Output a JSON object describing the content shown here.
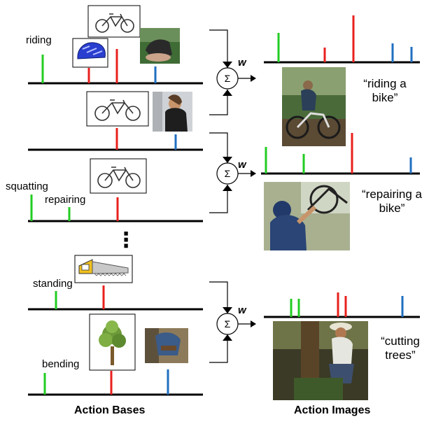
{
  "colors": {
    "green": "#22cc22",
    "red": "#e8201c",
    "blue": "#1f6fc0",
    "axis": "#000000"
  },
  "sum_symbol": "Σ",
  "weight_symbol": "w",
  "continuation": "⋮",
  "base_labels": {
    "riding": "riding",
    "squatting": "squatting",
    "repairing": "repairing",
    "standing": "standing",
    "bending": "bending"
  },
  "captions": {
    "riding_bike": "“riding a bike”",
    "repairing_bike": "“repairing a bike”",
    "cutting_trees": "“cutting trees”"
  },
  "footers": {
    "left": "Action Bases",
    "right": "Action Images"
  },
  "images": {
    "bicycle": "bicycle-thumbnail",
    "helmet": "helmet-thumbnail",
    "saw": "saw-thumbnail",
    "tree": "tree-thumbnail",
    "photos": [
      "person-riding-photo",
      "person-repairing-photo",
      "person-cutting-photo"
    ]
  }
}
